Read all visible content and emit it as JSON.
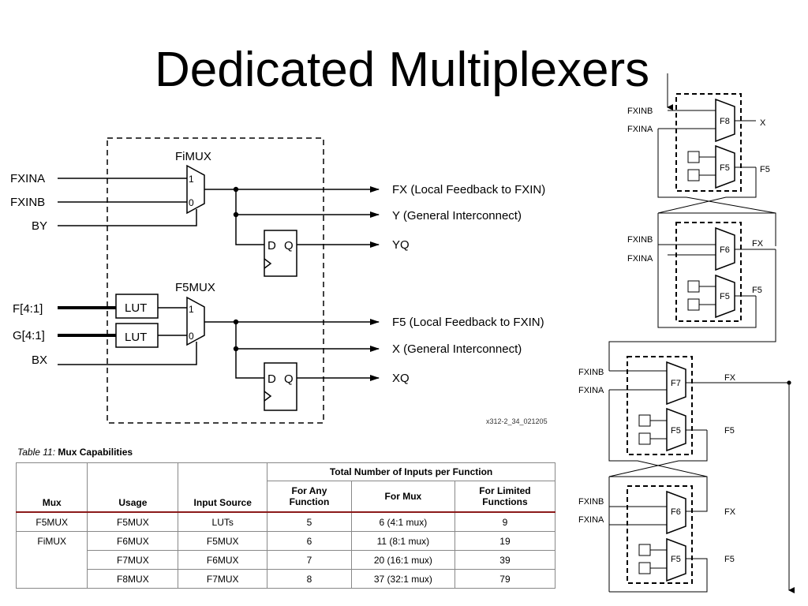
{
  "title": "Dedicated Multiplexers",
  "left_diagram": {
    "inputs": [
      "FXINA",
      "FXINB",
      "BY",
      "F[4:1]",
      "G[4:1]",
      "BX"
    ],
    "mux_labels": [
      "FiMUX",
      "F5MUX"
    ],
    "mux_pins": [
      "1",
      "0"
    ],
    "lut_label": "LUT",
    "ff_labels": [
      "D",
      "Q"
    ],
    "outputs": [
      "FX (Local Feedback to FXIN)",
      "Y (General Interconnect)",
      "YQ",
      "F5 (Local Feedback to FXIN)",
      "X (General Interconnect)",
      "XQ"
    ],
    "figure_id": "x312-2_34_021205"
  },
  "table": {
    "caption_prefix": "Table  11:",
    "caption_title": "Mux Capabilities",
    "group_header": "Total Number of Inputs per Function",
    "headers": [
      "Mux",
      "Usage",
      "Input Source",
      "For Any Function",
      "For Mux",
      "For Limited Functions"
    ],
    "rows": [
      {
        "mux": "F5MUX",
        "usage": "F5MUX",
        "source": "LUTs",
        "any": "5",
        "formux": "6 (4:1 mux)",
        "limited": "9"
      },
      {
        "mux": "FiMUX",
        "usage": "F6MUX",
        "source": "F5MUX",
        "any": "6",
        "formux": "11 (8:1 mux)",
        "limited": "19"
      },
      {
        "mux": "",
        "usage": "F7MUX",
        "source": "F6MUX",
        "any": "7",
        "formux": "20 (16:1 mux)",
        "limited": "39"
      },
      {
        "mux": "",
        "usage": "F8MUX",
        "source": "F7MUX",
        "any": "8",
        "formux": "37 (32:1 mux)",
        "limited": "79"
      }
    ]
  },
  "right_diagram": {
    "mux_names": [
      "F8",
      "F5",
      "F6",
      "F5",
      "F7",
      "F5",
      "F6",
      "F5"
    ],
    "input_labels": [
      "FXINB",
      "FXINA",
      "FXINB",
      "FXINA",
      "FXINB",
      "FXINA",
      "FXINB",
      "FXINA"
    ],
    "output_labels": [
      "X",
      "F5",
      "FX",
      "F5",
      "FX",
      "F5",
      "FX",
      "F5"
    ]
  }
}
